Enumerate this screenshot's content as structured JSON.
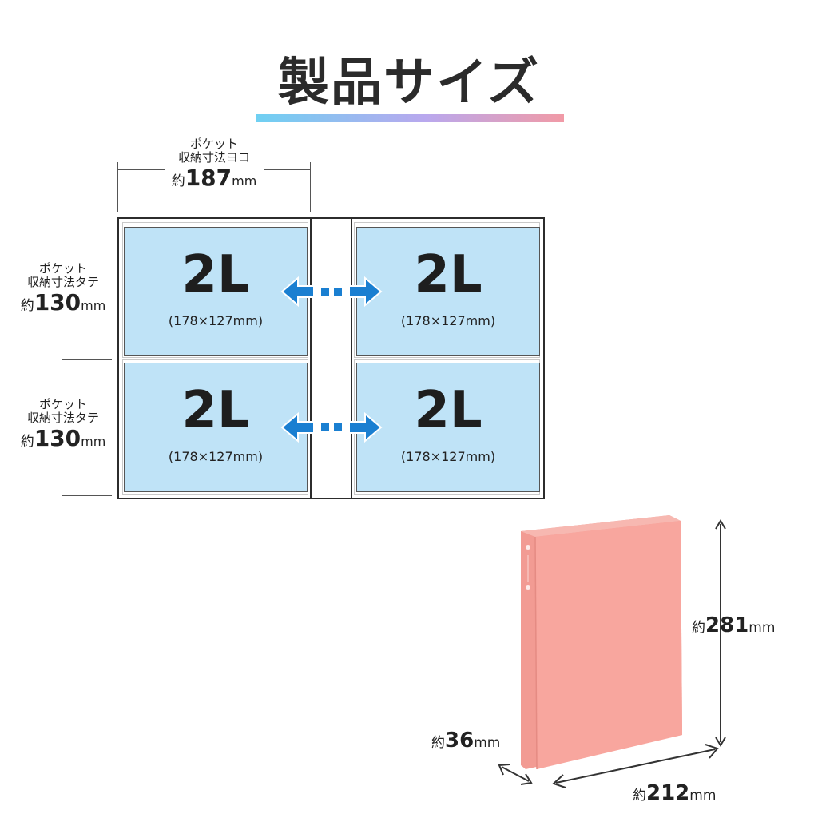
{
  "title": "製品サイズ",
  "pocket_width": {
    "line1": "ポケット",
    "line2": "収納寸法ヨコ",
    "prefix": "約",
    "value": "187",
    "unit": "mm"
  },
  "pocket_height_top": {
    "line1": "ポケット",
    "line2": "収納寸法タテ",
    "prefix": "約",
    "value": "130",
    "unit": "mm"
  },
  "pocket_height_bottom": {
    "line1": "ポケット",
    "line2": "収納寸法タテ",
    "prefix": "約",
    "value": "130",
    "unit": "mm"
  },
  "photos": [
    {
      "size": "2L",
      "dims": "(178×127mm)"
    },
    {
      "size": "2L",
      "dims": "(178×127mm)"
    },
    {
      "size": "2L",
      "dims": "(178×127mm)"
    },
    {
      "size": "2L",
      "dims": "(178×127mm)"
    }
  ],
  "binder": {
    "height": {
      "prefix": "約",
      "value": "281",
      "unit": "mm"
    },
    "depth": {
      "prefix": "約",
      "value": "36",
      "unit": "mm"
    },
    "width": {
      "prefix": "約",
      "value": "212",
      "unit": "mm"
    }
  },
  "colors": {
    "photo_fill": "#bfe3f7",
    "arrow": "#1a7fd1",
    "binder": "#f7a39b",
    "gradient_start": "#6fd0f2",
    "gradient_end": "#f19aa6"
  },
  "icons": [
    "double-arrow-icon",
    "binder-image"
  ]
}
